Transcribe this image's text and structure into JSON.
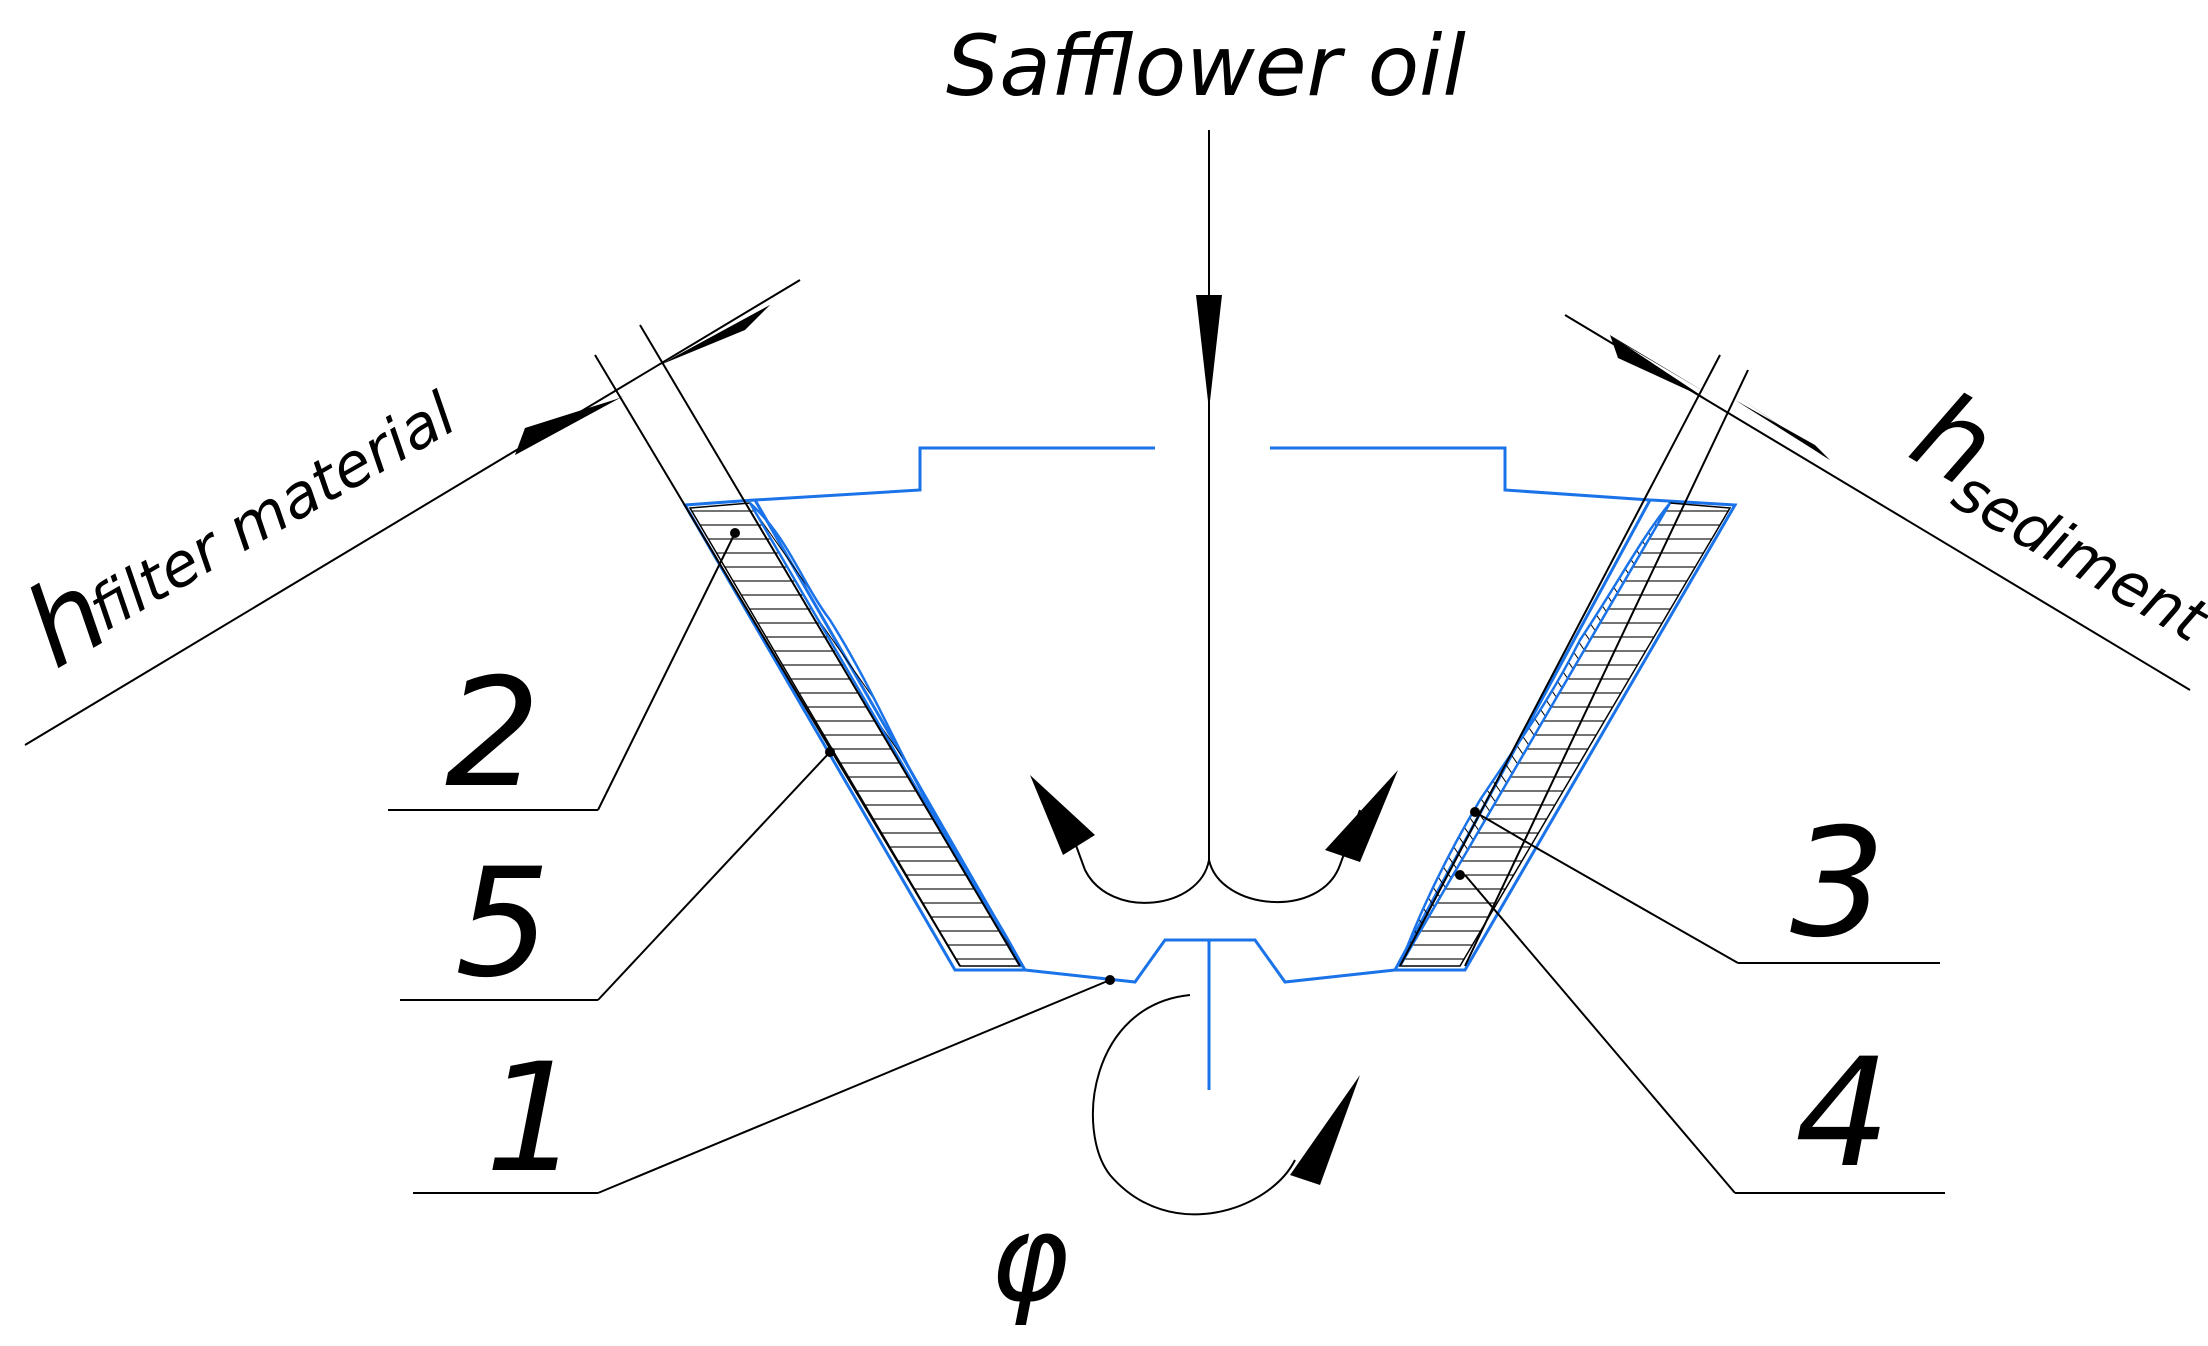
{
  "labels": {
    "flow_title": "Safflower oil",
    "h_filter": "h",
    "h_filter_sub": "filter material",
    "h_sediment": "h",
    "h_sediment_sub": "sediment",
    "rotation_symbol": "φ",
    "callouts": [
      "1",
      "2",
      "3",
      "4",
      "5"
    ]
  },
  "colors": {
    "part_outline": "#1a73e8",
    "lines": "#000000",
    "background": "#ffffff"
  }
}
